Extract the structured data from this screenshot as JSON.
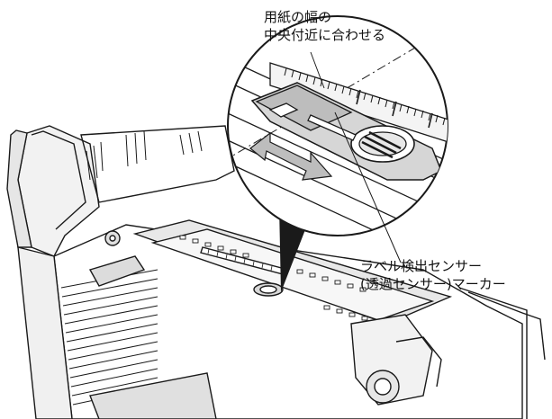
{
  "callouts": {
    "paper_center": {
      "line1": "用紙の幅の",
      "line2": "中央付近に合わせる"
    },
    "label_sensor": {
      "line1": "ラベル検出センサー",
      "line2": "(透過センサー)マーカー"
    }
  },
  "colors": {
    "ink": "#1a1a1a",
    "light_gray": "#e6e6e6",
    "mid_gray": "#c8c8c8",
    "dark_gray": "#7a7a7a",
    "white": "#ffffff"
  },
  "icons": [
    "double-arrow-icon",
    "callout-pointer"
  ]
}
